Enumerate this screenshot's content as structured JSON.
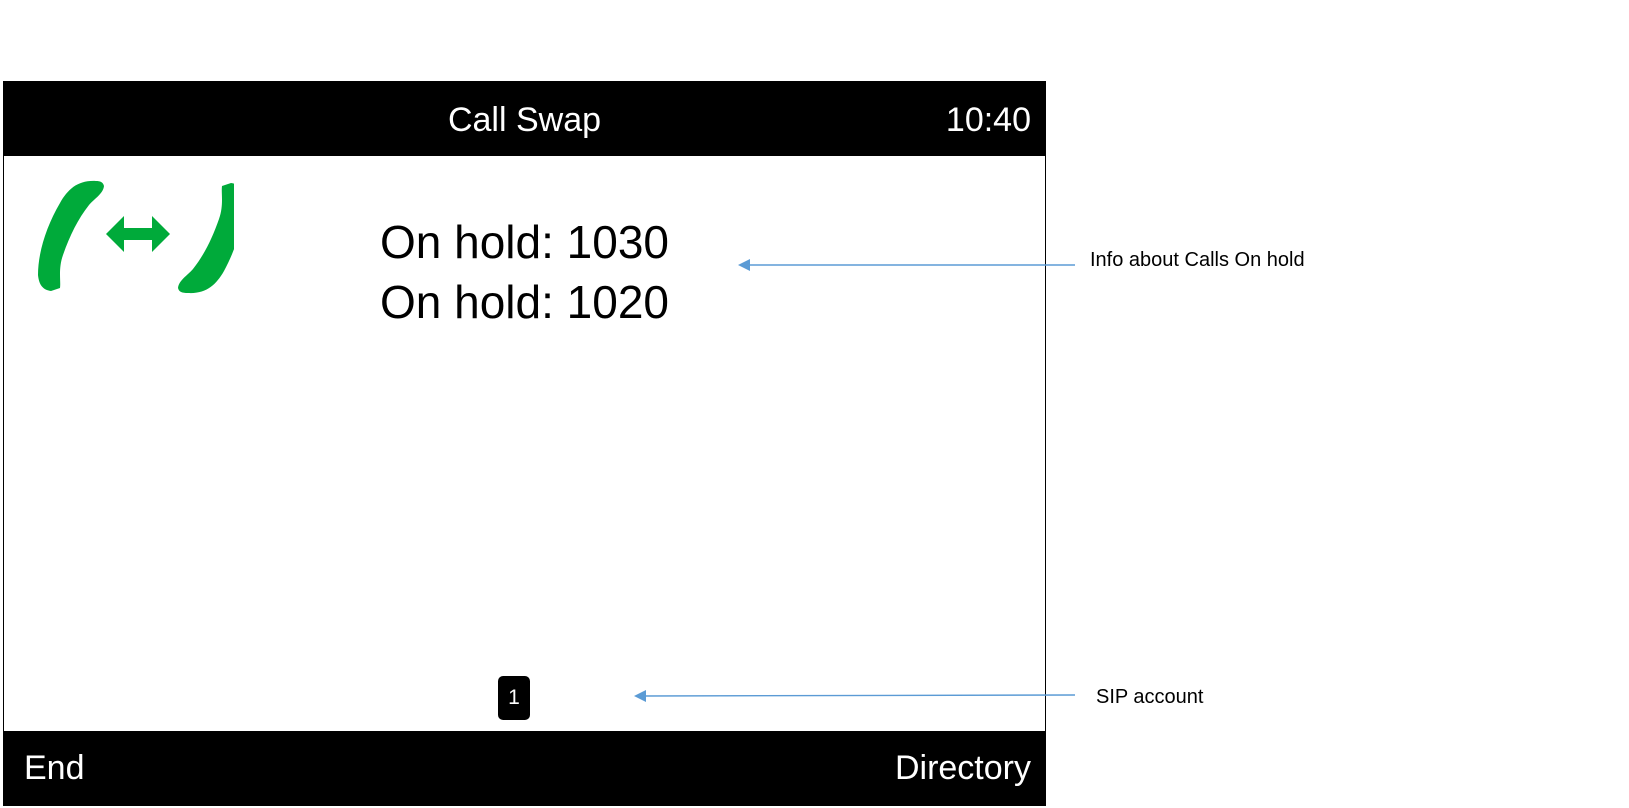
{
  "screen": {
    "title": "Call Swap",
    "time": "10:40",
    "hold_lines": [
      "On hold: 1030",
      "On hold: 1020"
    ],
    "sip_account": "1",
    "softkeys": {
      "left": "End",
      "right": "Directory"
    },
    "icon": "call-swap-icon",
    "colors": {
      "bars": "#000000",
      "icon": "#00aa3a",
      "background": "#ffffff"
    }
  },
  "annotations": {
    "hold_info": "Info about Calls On hold",
    "sip_account": "SIP account",
    "arrow_color": "#5b9bd5"
  }
}
